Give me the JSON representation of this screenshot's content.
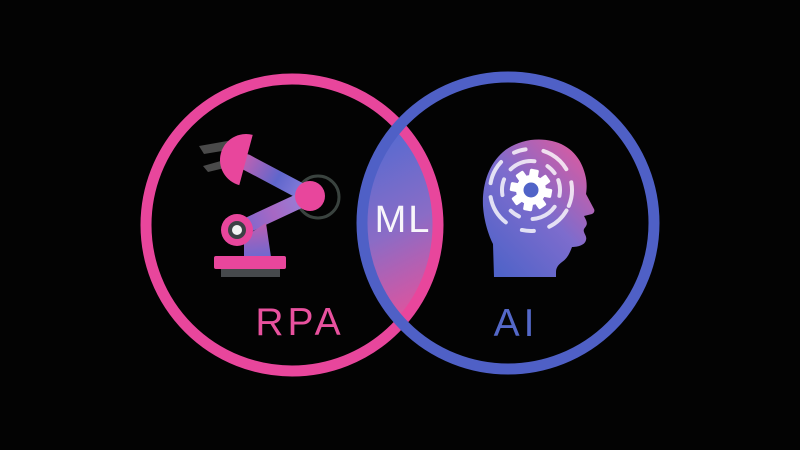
{
  "page": {
    "background_color": "#030303"
  },
  "diagram": {
    "type": "venn",
    "sets": [
      {
        "label": "RPA",
        "circle_color": "#e8469c",
        "label_color": "#e8519e",
        "icon": "robot-arm-icon"
      },
      {
        "label": "AI",
        "circle_color": "#4f60c6",
        "label_color": "#5468c8",
        "icon": "ai-head-icon"
      }
    ],
    "intersection": {
      "label": "ML",
      "label_color": "#f8f6fa",
      "gradient": [
        "#5a6bd0",
        "#8a6cc6",
        "#e0539d"
      ]
    }
  },
  "icons": {
    "robot_arm": {
      "primary_pink": "#e8469c",
      "indigo": "#5f66cc",
      "claw_gray": "#4a4a4a",
      "elbow_ring_gray": "#3a433f",
      "joint_ring_gray": "#3d4145",
      "joint_center_white": "#f3f3f3",
      "under_plate_gray": "#46494c"
    },
    "ai_head": {
      "gradient": [
        "#5063c8",
        "#7d6ccd",
        "#e05a9e"
      ],
      "gear_color": "#ffffff",
      "dash_color": "#ffffff"
    }
  }
}
